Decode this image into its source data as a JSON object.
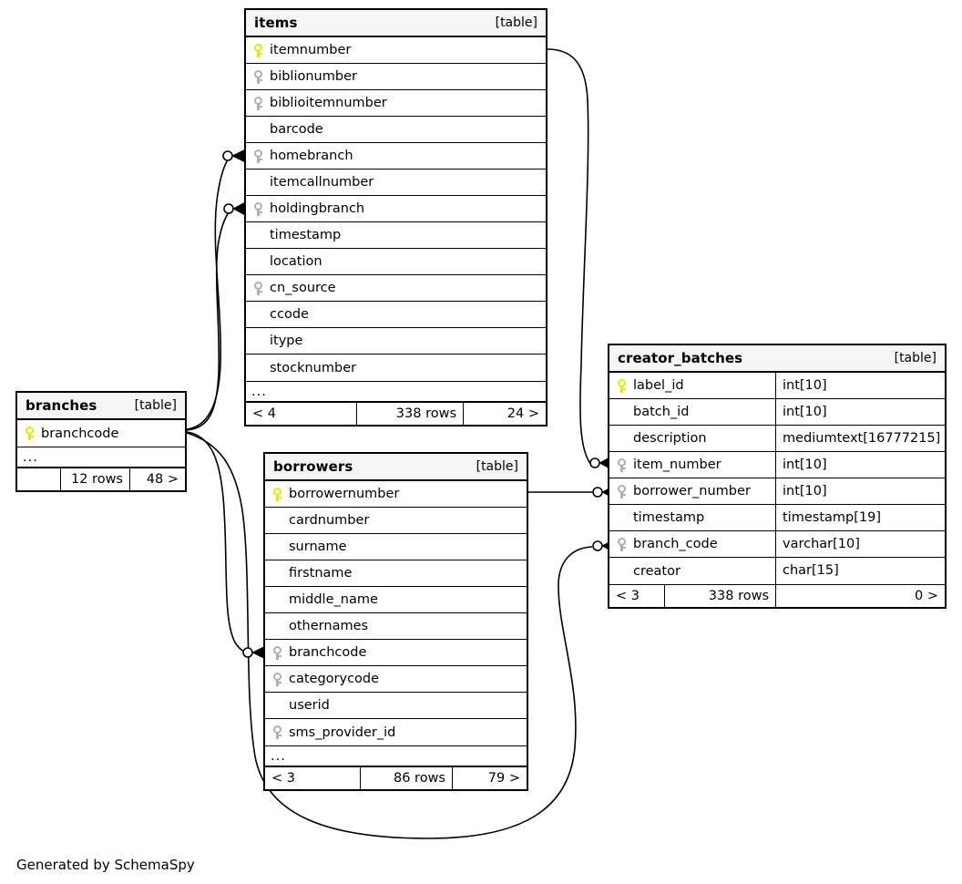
{
  "diagram": {
    "caption": "Generated by SchemaSpy",
    "table_tag": "[table]",
    "ellipsis": "...",
    "colors": {
      "background": "#ffffff",
      "header_fill": "#f5f5f5",
      "border": "#000000",
      "primary_key": "#e8e800",
      "foreign_key": "#b0b0b0"
    }
  },
  "tables": {
    "items": {
      "name": "items",
      "tag": "[table]",
      "columns": [
        {
          "name": "itemnumber",
          "key": "pk"
        },
        {
          "name": "biblionumber",
          "key": "fk"
        },
        {
          "name": "biblioitemnumber",
          "key": "fk"
        },
        {
          "name": "barcode",
          "key": "none"
        },
        {
          "name": "homebranch",
          "key": "fk"
        },
        {
          "name": "itemcallnumber",
          "key": "none"
        },
        {
          "name": "holdingbranch",
          "key": "fk"
        },
        {
          "name": "timestamp",
          "key": "none"
        },
        {
          "name": "location",
          "key": "none"
        },
        {
          "name": "cn_source",
          "key": "fk"
        },
        {
          "name": "ccode",
          "key": "none"
        },
        {
          "name": "itype",
          "key": "none"
        },
        {
          "name": "stocknumber",
          "key": "none"
        }
      ],
      "more": "...",
      "footer": {
        "left": "< 4",
        "center": "338 rows",
        "right": "24 >"
      }
    },
    "branches": {
      "name": "branches",
      "tag": "[table]",
      "columns": [
        {
          "name": "branchcode",
          "key": "pk"
        }
      ],
      "more": "...",
      "footer": {
        "left": "",
        "center": "12 rows",
        "right": "48 >"
      }
    },
    "borrowers": {
      "name": "borrowers",
      "tag": "[table]",
      "columns": [
        {
          "name": "borrowernumber",
          "key": "pk"
        },
        {
          "name": "cardnumber",
          "key": "none"
        },
        {
          "name": "surname",
          "key": "none"
        },
        {
          "name": "firstname",
          "key": "none"
        },
        {
          "name": "middle_name",
          "key": "none"
        },
        {
          "name": "othernames",
          "key": "none"
        },
        {
          "name": "branchcode",
          "key": "fk"
        },
        {
          "name": "categorycode",
          "key": "fk"
        },
        {
          "name": "userid",
          "key": "none"
        },
        {
          "name": "sms_provider_id",
          "key": "fk"
        }
      ],
      "more": "...",
      "footer": {
        "left": "< 3",
        "center": "86 rows",
        "right": "79 >"
      }
    },
    "creator_batches": {
      "name": "creator_batches",
      "tag": "[table]",
      "columns": [
        {
          "name": "label_id",
          "key": "pk",
          "type": "int[10]"
        },
        {
          "name": "batch_id",
          "key": "none",
          "type": "int[10]"
        },
        {
          "name": "description",
          "key": "none",
          "type": "mediumtext[16777215]"
        },
        {
          "name": "item_number",
          "key": "fk",
          "type": "int[10]"
        },
        {
          "name": "borrower_number",
          "key": "fk",
          "type": "int[10]"
        },
        {
          "name": "timestamp",
          "key": "none",
          "type": "timestamp[19]"
        },
        {
          "name": "branch_code",
          "key": "fk",
          "type": "varchar[10]"
        },
        {
          "name": "creator",
          "key": "none",
          "type": "char[15]"
        }
      ],
      "footer": {
        "left": "< 3",
        "center": "338 rows",
        "right": "0 >"
      }
    }
  },
  "relationships": [
    {
      "from": "items.itemnumber",
      "to": "creator_batches.item_number"
    },
    {
      "from": "borrowers.borrowernumber",
      "to": "creator_batches.borrower_number"
    },
    {
      "from": "branches.branchcode",
      "to": "creator_batches.branch_code"
    },
    {
      "from": "branches.branchcode",
      "to": "items.homebranch"
    },
    {
      "from": "branches.branchcode",
      "to": "items.holdingbranch"
    },
    {
      "from": "branches.branchcode",
      "to": "borrowers.branchcode"
    }
  ]
}
